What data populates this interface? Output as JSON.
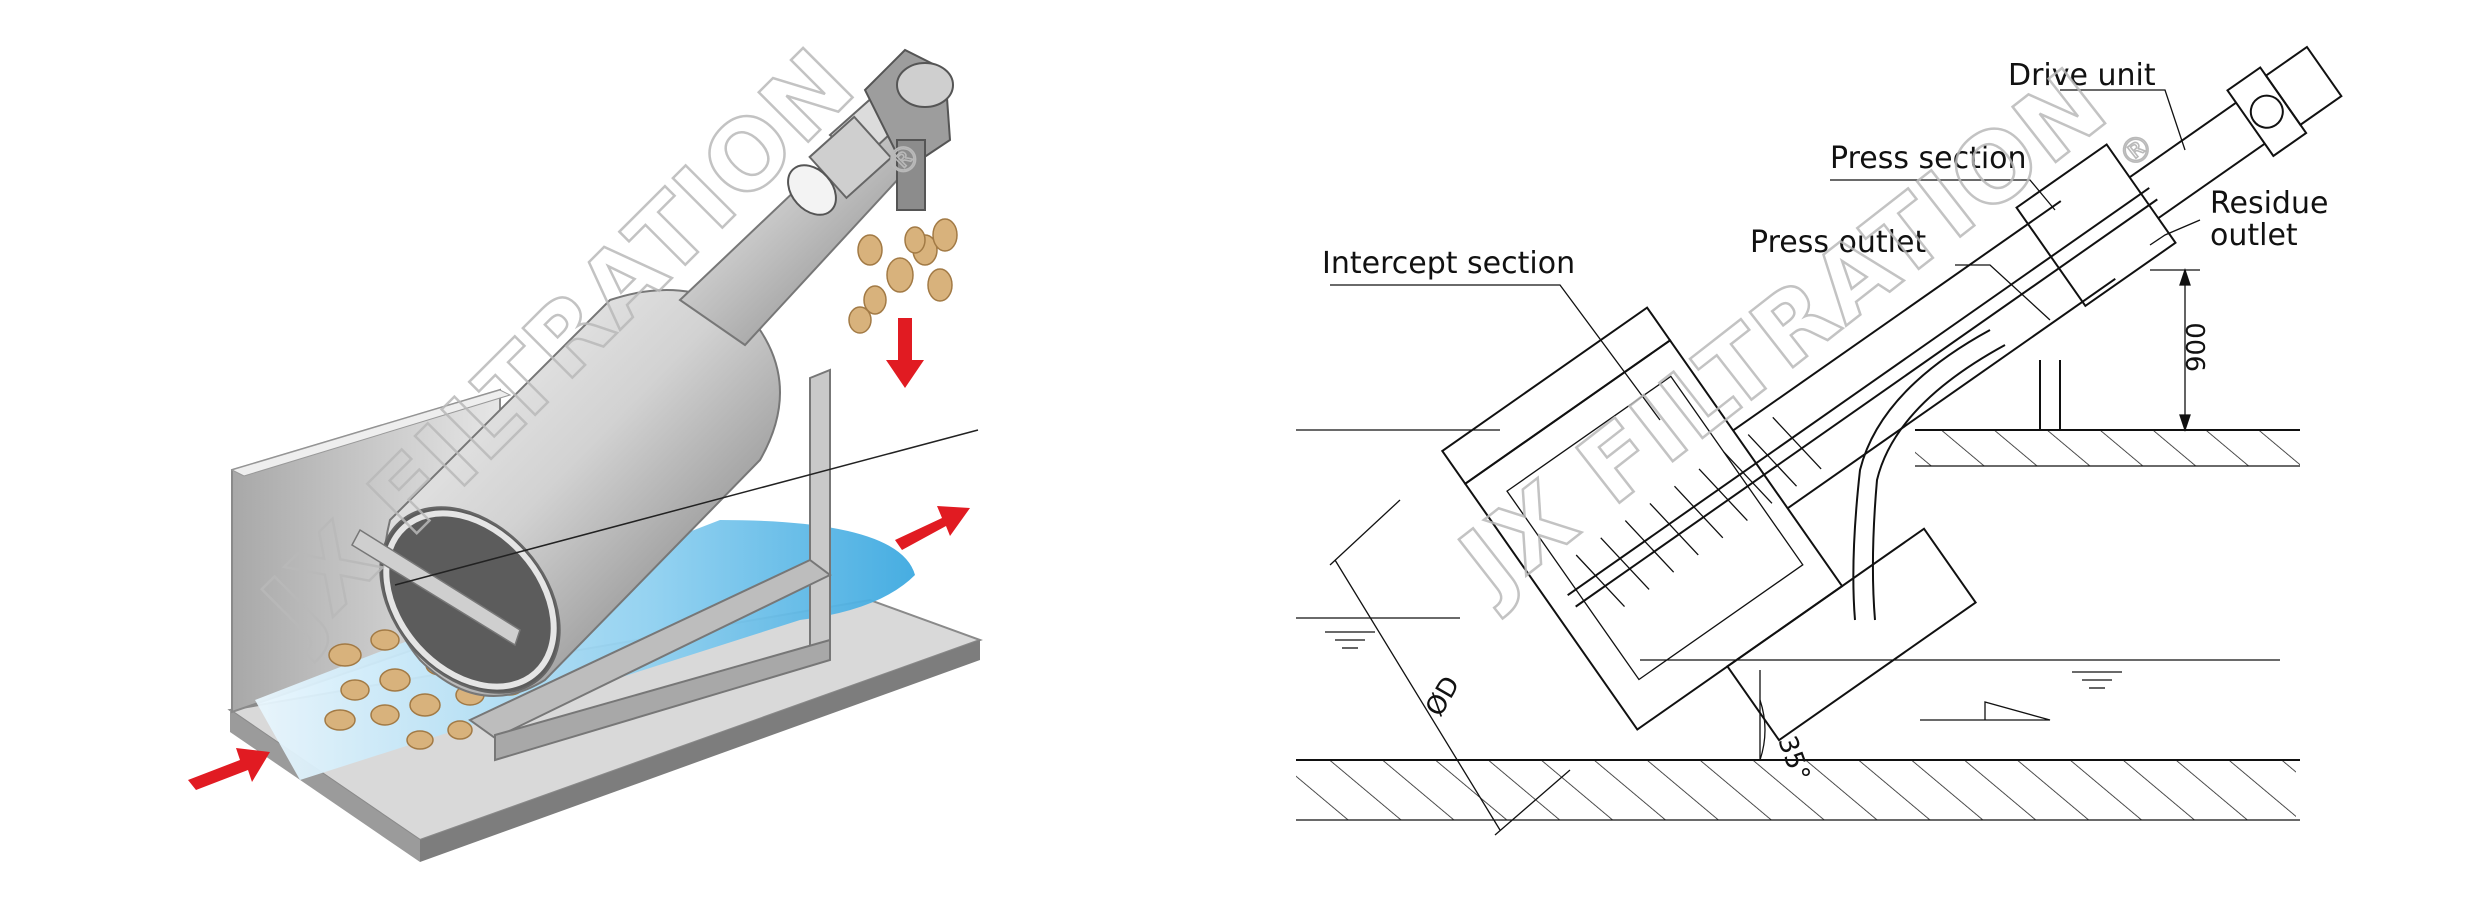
{
  "labels": {
    "drive_unit": "Drive unit",
    "press_section": "Press section",
    "residue_outlet_l1": "Residue",
    "residue_outlet_l2": "outlet",
    "press_outlet": "Press outlet",
    "intercept_section": "Intercept section",
    "height_dim": "900",
    "diameter_dim": "ØD",
    "angle_dim": "35°"
  },
  "watermark": {
    "text": "JX FILTRATION",
    "mark": "®"
  },
  "colors": {
    "arrow_red": "#e11b22",
    "water_blue": "#5bbbe8",
    "metal_light": "#f2f2f2",
    "metal_dark": "#8c8c8c",
    "debris": "#d8b27c",
    "line": "#111111"
  }
}
